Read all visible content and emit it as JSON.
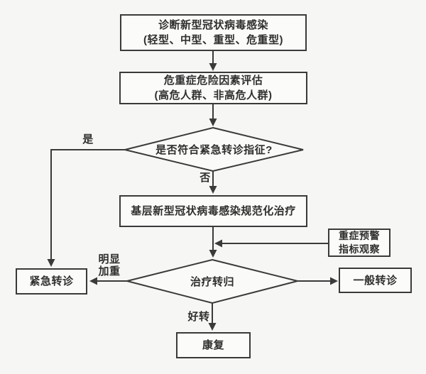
{
  "colors": {
    "background": "#f6f6f4",
    "line": "#3a3a3a",
    "text": "#2f2f2f",
    "node_fill": "#fbfbf9"
  },
  "flowchart": {
    "type": "flowchart",
    "direction": "top-down",
    "nodes": {
      "diagnosis": {
        "shape": "rect",
        "lines": [
          "诊断新型冠状病毒感染",
          "(轻型、中型、重型、危重型)"
        ]
      },
      "risk_assessment": {
        "shape": "rect",
        "lines": [
          "危重症危险因素评估",
          "(高危人群、非高危人群)"
        ]
      },
      "urgent_referral_check": {
        "shape": "diamond",
        "label": "是否符合紧急转诊指征?"
      },
      "primary_treatment": {
        "shape": "rect",
        "label": "基层新型冠状病毒感染规范化治疗"
      },
      "severe_warning": {
        "shape": "rect",
        "lines": [
          "重症预警",
          "指标观察"
        ]
      },
      "treatment_outcome": {
        "shape": "diamond",
        "label": "治疗转归"
      },
      "urgent_referral": {
        "shape": "rect",
        "label": "紧急转诊"
      },
      "general_referral": {
        "shape": "rect",
        "label": "一般转诊"
      },
      "recovery": {
        "shape": "rect",
        "label": "康复"
      }
    },
    "edge_labels": {
      "yes": "是",
      "no": "否",
      "worsening": [
        "明显",
        "加重"
      ],
      "improved": "好转"
    },
    "edges": [
      {
        "from": "diagnosis",
        "to": "risk_assessment",
        "label": ""
      },
      {
        "from": "risk_assessment",
        "to": "urgent_referral_check",
        "label": ""
      },
      {
        "from": "urgent_referral_check",
        "to": "urgent_referral",
        "label": "是"
      },
      {
        "from": "urgent_referral_check",
        "to": "primary_treatment",
        "label": "否"
      },
      {
        "from": "primary_treatment",
        "to": "treatment_outcome",
        "label": ""
      },
      {
        "from": "severe_warning",
        "to": "primary_treatment",
        "label": ""
      },
      {
        "from": "treatment_outcome",
        "to": "urgent_referral",
        "label": "明显加重"
      },
      {
        "from": "treatment_outcome",
        "to": "general_referral",
        "label": ""
      },
      {
        "from": "treatment_outcome",
        "to": "recovery",
        "label": "好转"
      }
    ]
  }
}
